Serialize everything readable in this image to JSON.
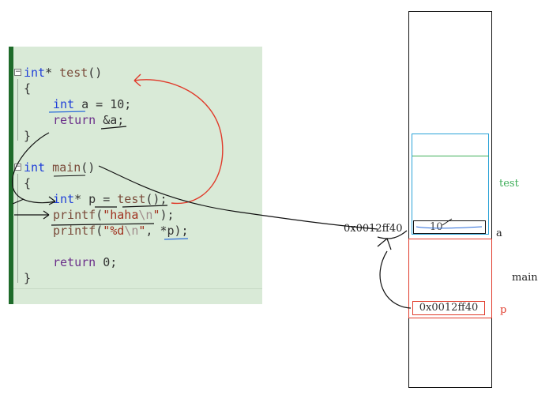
{
  "code": {
    "lines": [
      {
        "type": "func_test",
        "kw": "int",
        "star": "*",
        "name": "test",
        "tail": "()"
      },
      {
        "type": "brace",
        "text": "{"
      },
      {
        "type": "decl",
        "kw": "int",
        "rest": " a = 10;"
      },
      {
        "type": "ret",
        "kw": "return",
        "rest": " &a;"
      },
      {
        "type": "brace",
        "text": "}"
      },
      {
        "type": "func_main",
        "kw": "int",
        "name": "main",
        "tail": "()"
      },
      {
        "type": "brace",
        "text": "{"
      },
      {
        "type": "call",
        "kw": "int",
        "rest": "* p = ",
        "fn": "test",
        "tail": "();"
      },
      {
        "type": "printf1",
        "fn": "printf",
        "open": "(",
        "str": "\"haha",
        "esc": "\\n",
        "strend": "\"",
        "close": ");"
      },
      {
        "type": "printf2",
        "fn": "printf",
        "open": "(",
        "str": "\"%d",
        "esc": "\\n",
        "strend": "\"",
        "mid": ", *p);"
      },
      {
        "type": "blank",
        "text": ""
      },
      {
        "type": "ret0",
        "kw": "return",
        "rest": " 0;"
      },
      {
        "type": "brace",
        "text": "}"
      }
    ],
    "fold_symbol": "−"
  },
  "memory": {
    "frame_test_label": "test",
    "frame_main_label": "main",
    "var_a_label": "a",
    "var_a_value": "10",
    "var_p_label": "p",
    "var_p_value": "0x0012ff40",
    "address_label": "0x0012ff40"
  },
  "colors": {
    "keyword": "#1f3fd9",
    "test_frame": "#2aa3d8",
    "test_label": "#3fae59",
    "main_frame": "#e03a2a",
    "annotation_red": "#e03a2a",
    "annotation_blue": "#2a6bd9"
  }
}
